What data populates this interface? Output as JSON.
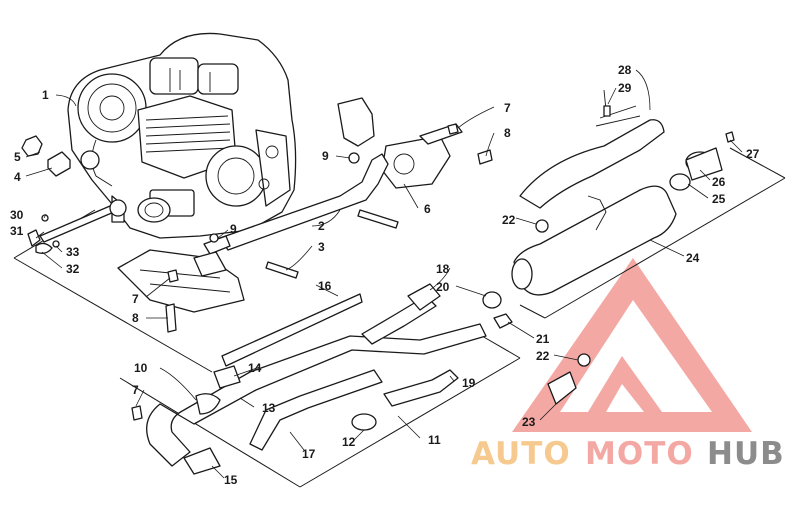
{
  "callouts": {
    "c1": "1",
    "c2": "2",
    "c3": "3",
    "c4": "4",
    "c5": "5",
    "c6": "6",
    "c7a": "7",
    "c7b": "7",
    "c7c": "7",
    "c8a": "8",
    "c8b": "8",
    "c9a": "9",
    "c9b": "9",
    "c10": "10",
    "c11": "11",
    "c12": "12",
    "c13": "13",
    "c14": "14",
    "c15": "15",
    "c16": "16",
    "c17": "17",
    "c18": "18",
    "c19": "19",
    "c20": "20",
    "c21": "21",
    "c22a": "22",
    "c22b": "22",
    "c23": "23",
    "c24": "24",
    "c25": "25",
    "c26": "26",
    "c27": "27",
    "c28": "28",
    "c29": "29",
    "c30": "30",
    "c31": "31",
    "c32": "32",
    "c33": "33"
  },
  "watermark": {
    "part1": "AUTO",
    "part2": "MOTO",
    "part3": "HUB",
    "colors": {
      "auto": "#f6c98f",
      "moto": "#f4a8a4",
      "hub": "#8c8c8c"
    }
  }
}
